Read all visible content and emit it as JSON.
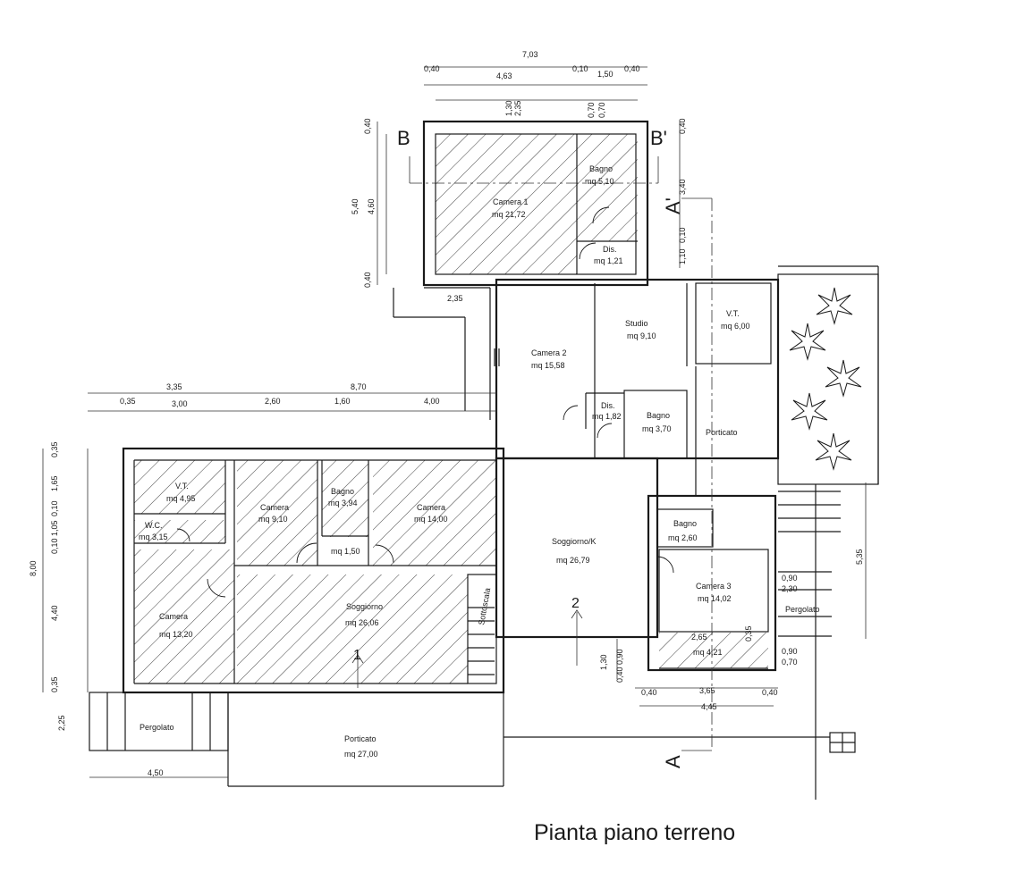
{
  "title": "Pianta piano terreno",
  "sections": {
    "b_left": "B",
    "b_right": "B'",
    "a_top": "A'",
    "a_bottom": "A",
    "marker_1": "1",
    "marker_2": "2"
  },
  "rooms": [
    {
      "name": "Camera 1",
      "area": "mq 21,72"
    },
    {
      "name": "Bagno",
      "area": "mq 5,10"
    },
    {
      "name": "Dis.",
      "area": "mq 1,21"
    },
    {
      "name": "Camera 2",
      "area": "mq 15,58"
    },
    {
      "name": "Studio",
      "area": "mq 9,10"
    },
    {
      "name": "V.T.",
      "area": "mq 6,00"
    },
    {
      "name": "Dis.",
      "area": "mq 1,82"
    },
    {
      "name": "Bagno",
      "area": "mq 3,70"
    },
    {
      "name": "Porticato",
      "area": ""
    },
    {
      "name": "V.T.",
      "area": "mq 4,95"
    },
    {
      "name": "W.C.",
      "area": "mq 3,15"
    },
    {
      "name": "Camera",
      "area": "mq 9,10"
    },
    {
      "name": "Bagno",
      "area": "mq 3,94"
    },
    {
      "name": "Camera",
      "area": "mq 14,00"
    },
    {
      "name": "",
      "area": "mq 1,50"
    },
    {
      "name": "Soggiorno/K",
      "area": "mq 26,79"
    },
    {
      "name": "Bagno",
      "area": "mq 2,60"
    },
    {
      "name": "Camera 3",
      "area": "mq 14,02"
    },
    {
      "name": "Camera",
      "area": "mq 13,20"
    },
    {
      "name": "Soggiorno",
      "area": "mq 26,06"
    },
    {
      "name": "Sottoscala",
      "area": ""
    },
    {
      "name": "Pergolato",
      "area": ""
    },
    {
      "name": "Porticato",
      "area": "mq 27,00"
    },
    {
      "name": "Pergolato",
      "area": ""
    },
    {
      "name": "",
      "area": "mq 4,21"
    }
  ],
  "dimensions": {
    "top_total": "7,03",
    "top_row": [
      "0,40",
      "4,63",
      "0,10",
      "1,50",
      "0,40"
    ],
    "top_inner": [
      "1,30",
      "2,35",
      "0,70",
      "0,70"
    ],
    "left_block1": [
      "0,40",
      "5,40",
      "4,60",
      "0,40"
    ],
    "right_block1": [
      "0,40",
      "3,40",
      "0,10",
      "1,10"
    ],
    "mid_235": "2,35",
    "mid_total": "8,70",
    "left_top": [
      "3,35",
      "0,35",
      "3,00"
    ],
    "mid_row": [
      "2,60",
      "1,60",
      "4,00"
    ],
    "left_vert": [
      "0,35",
      "1,65",
      "0,10",
      "1,05",
      "0,10",
      "8,00",
      "4,40",
      "0,35",
      "2,25"
    ],
    "pergolato_w": "4,50",
    "right_vert": [
      "5,35",
      "0,90",
      "2,30",
      "0,90",
      "0,70",
      "2,65",
      "0,35"
    ],
    "bottom_right": [
      "1,30",
      "0,40",
      "0,90",
      "0,40",
      "3,65",
      "0,40",
      "4,45"
    ]
  }
}
